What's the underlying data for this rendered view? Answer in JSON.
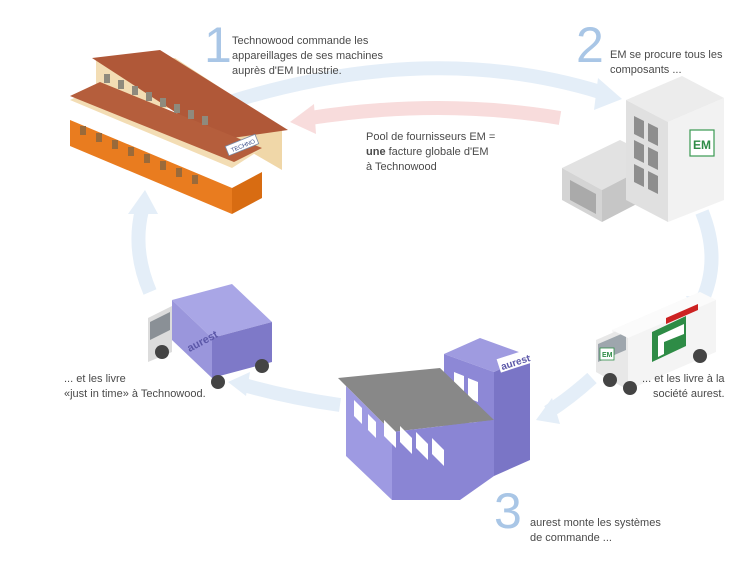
{
  "steps": [
    {
      "number": "1",
      "lines": [
        "Technowood commande les",
        "appareillages de ses machines",
        "auprès d'EM Industrie."
      ]
    },
    {
      "number": "2",
      "lines": [
        "EM se procure tous les",
        "composants ..."
      ]
    },
    {
      "number": "3",
      "lines": [
        "aurest monte les systèmes",
        "de commande ..."
      ]
    }
  ],
  "pool_note": {
    "line1": "Pool de fournisseurs EM =",
    "line2_bold": "une",
    "line2_rest": " facture globale d'EM",
    "line3": "à Technowood"
  },
  "delivery_em": {
    "lines": [
      "... et les livre à la",
      "société aurest."
    ]
  },
  "delivery_technowood": {
    "lines": [
      "... et les livre",
      "«just in time» à Technowood."
    ]
  },
  "logos": {
    "em": "EM",
    "aurest": "aurest",
    "technowood_sign": "TECHNO"
  },
  "colors": {
    "cycle_arrow": "#e4eef8",
    "invoice_arrow": "#f8dcdc",
    "step_number": "#a9c6e6"
  }
}
